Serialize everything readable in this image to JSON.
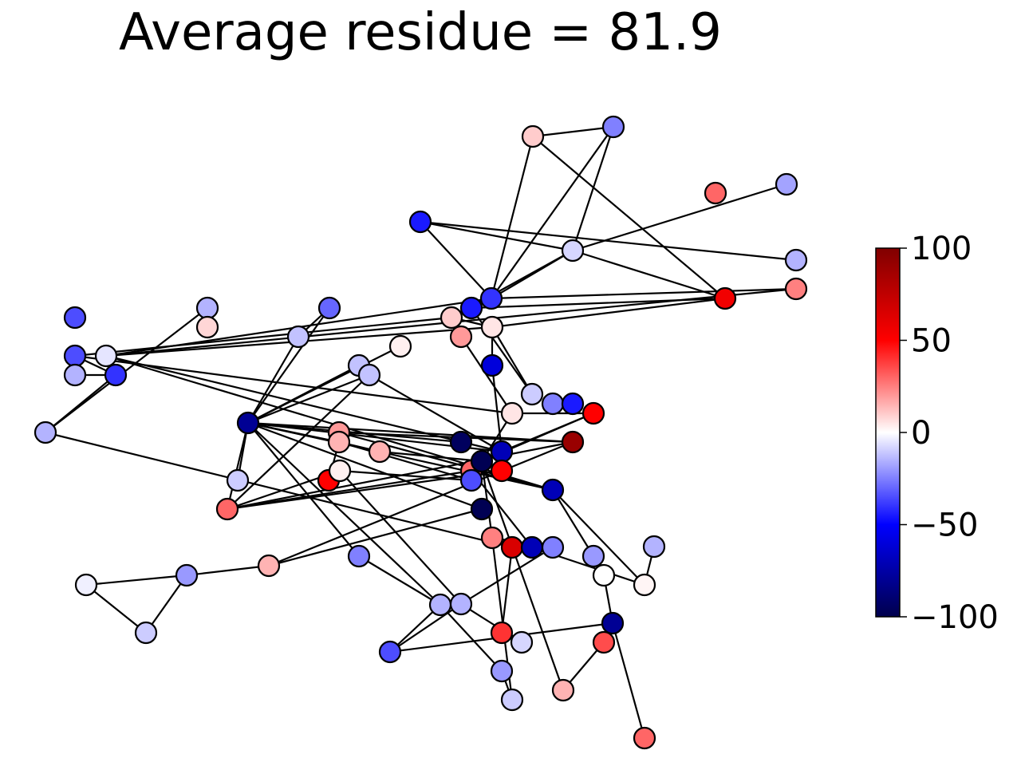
{
  "title": "Average residue = 81.9",
  "colorbar": {
    "colormap": "seismic",
    "min": -100,
    "max": 100,
    "ticks": [
      {
        "value": 100,
        "label": "100"
      },
      {
        "value": 50,
        "label": "50"
      },
      {
        "value": 0,
        "label": "0"
      },
      {
        "value": -50,
        "label": "−50"
      },
      {
        "value": -100,
        "label": "−100"
      }
    ]
  },
  "nodes": [
    {
      "id": 1,
      "value": 10
    },
    {
      "id": 2,
      "value": -25
    },
    {
      "id": 3,
      "value": 30
    },
    {
      "id": 4,
      "value": -18
    },
    {
      "id": 5,
      "value": -8
    },
    {
      "id": 6,
      "value": -15
    },
    {
      "id": 7,
      "value": 25
    },
    {
      "id": 8,
      "value": 55
    },
    {
      "id": 9,
      "value": -45
    },
    {
      "id": 10,
      "value": -40
    },
    {
      "id": 11,
      "value": -45
    },
    {
      "id": 12,
      "value": 10
    },
    {
      "id": 13,
      "value": 5
    },
    {
      "id": 14,
      "value": 20
    },
    {
      "id": 15,
      "value": -60
    },
    {
      "id": 16,
      "value": -10
    },
    {
      "id": 17,
      "value": -25
    },
    {
      "id": 18,
      "value": -45
    },
    {
      "id": 19,
      "value": 5
    },
    {
      "id": 20,
      "value": 50
    },
    {
      "id": 21,
      "value": -35
    },
    {
      "id": 22,
      "value": -35
    },
    {
      "id": 23,
      "value": -15
    },
    {
      "id": 24,
      "value": -5
    },
    {
      "id": 25,
      "value": -40
    },
    {
      "id": 26,
      "value": -15
    },
    {
      "id": 27,
      "value": -15
    },
    {
      "id": 28,
      "value": 8
    },
    {
      "id": 29,
      "value": -30
    },
    {
      "id": 30,
      "value": -12
    },
    {
      "id": 31,
      "value": -12
    },
    {
      "id": 32,
      "value": -80
    },
    {
      "id": 33,
      "value": -12
    },
    {
      "id": 34,
      "value": 3
    },
    {
      "id": 35,
      "value": -10
    },
    {
      "id": 36,
      "value": 30
    },
    {
      "id": 37,
      "value": 20
    },
    {
      "id": 38,
      "value": 15
    },
    {
      "id": 39,
      "value": 15
    },
    {
      "id": 40,
      "value": 50
    },
    {
      "id": 41,
      "value": 3
    },
    {
      "id": 42,
      "value": -95
    },
    {
      "id": 43,
      "value": -70
    },
    {
      "id": 44,
      "value": 30
    },
    {
      "id": 45,
      "value": 50
    },
    {
      "id": 46,
      "value": -35
    },
    {
      "id": 47,
      "value": -98
    },
    {
      "id": 48,
      "value": -70
    },
    {
      "id": 49,
      "value": 90
    },
    {
      "id": 50,
      "value": -98
    },
    {
      "id": 51,
      "value": -3
    },
    {
      "id": 52,
      "value": -20
    },
    {
      "id": 53,
      "value": 15
    },
    {
      "id": 54,
      "value": -25
    },
    {
      "id": 55,
      "value": -15
    },
    {
      "id": 56,
      "value": 25
    },
    {
      "id": 57,
      "value": 65
    },
    {
      "id": 58,
      "value": -70
    },
    {
      "id": 59,
      "value": -10
    },
    {
      "id": 60,
      "value": -25
    },
    {
      "id": 61,
      "value": -15
    },
    {
      "id": 62,
      "value": -35
    },
    {
      "id": 63,
      "value": 40
    },
    {
      "id": 64,
      "value": -8
    },
    {
      "id": 65,
      "value": -20
    },
    {
      "id": 66,
      "value": -10
    },
    {
      "id": 67,
      "value": 15
    },
    {
      "id": 68,
      "value": 35
    },
    {
      "id": 69,
      "value": -80
    },
    {
      "id": 70,
      "value": 30
    },
    {
      "id": 71,
      "value": 0
    },
    {
      "id": 72,
      "value": -20
    },
    {
      "id": 73,
      "value": -15
    },
    {
      "id": 74,
      "value": 2
    },
    {
      "id": 75,
      "value": -3
    },
    {
      "id": 76,
      "value": -15
    },
    {
      "id": 77,
      "value": -25
    },
    {
      "id": 78,
      "value": 15
    },
    {
      "id": 79,
      "value": -5
    },
    {
      "id": 80,
      "value": -40
    }
  ],
  "edges": [
    [
      1,
      2
    ],
    [
      2,
      5
    ],
    [
      4,
      5
    ],
    [
      1,
      10
    ],
    [
      2,
      10
    ],
    [
      5,
      10
    ],
    [
      5,
      8
    ],
    [
      5,
      12
    ],
    [
      1,
      8
    ],
    [
      5,
      9
    ],
    [
      6,
      9
    ],
    [
      8,
      13
    ],
    [
      9,
      10
    ],
    [
      8,
      11
    ],
    [
      12,
      13
    ],
    [
      11,
      16
    ],
    [
      13,
      15
    ],
    [
      7,
      10
    ],
    [
      7,
      24
    ],
    [
      10,
      24
    ],
    [
      11,
      12
    ],
    [
      12,
      14
    ],
    [
      14,
      19
    ],
    [
      19,
      22
    ],
    [
      22,
      23
    ],
    [
      22,
      25
    ],
    [
      19,
      20
    ],
    [
      25,
      26
    ],
    [
      26,
      27
    ],
    [
      27,
      28
    ],
    [
      26,
      57
    ],
    [
      23,
      25
    ],
    [
      40,
      38
    ],
    [
      38,
      39
    ],
    [
      39,
      47
    ],
    [
      47,
      46
    ],
    [
      46,
      38
    ],
    [
      46,
      41
    ],
    [
      44,
      46
    ],
    [
      36,
      44
    ],
    [
      36,
      45
    ],
    [
      36,
      41
    ],
    [
      36,
      49
    ],
    [
      37,
      49
    ],
    [
      44,
      58
    ],
    [
      58,
      60
    ],
    [
      41,
      61
    ],
    [
      60,
      61
    ],
    [
      61,
      62
    ],
    [
      60,
      56
    ],
    [
      56,
      57
    ],
    [
      57,
      63
    ],
    [
      61,
      64
    ],
    [
      63,
      64
    ],
    [
      29,
      32
    ],
    [
      33,
      32
    ],
    [
      34,
      32
    ],
    [
      35,
      32
    ],
    [
      42,
      32
    ],
    [
      30,
      32
    ],
    [
      31,
      32
    ],
    [
      29,
      30
    ],
    [
      43,
      32
    ],
    [
      43,
      33
    ],
    [
      38,
      32
    ],
    [
      39,
      32
    ],
    [
      30,
      32
    ],
    [
      32,
      50
    ],
    [
      32,
      48
    ],
    [
      32,
      54
    ],
    [
      32,
      55
    ],
    [
      32,
      36
    ],
    [
      32,
      49
    ],
    [
      33,
      36
    ],
    [
      15,
      43
    ],
    [
      20,
      43
    ],
    [
      19,
      47
    ],
    [
      43,
      44
    ],
    [
      43,
      24
    ],
    [
      12,
      22
    ],
    [
      20,
      47
    ],
    [
      13,
      16
    ],
    [
      13,
      24
    ],
    [
      50,
      53
    ],
    [
      49,
      53
    ],
    [
      53,
      52
    ],
    [
      52,
      51
    ],
    [
      52,
      59
    ],
    [
      51,
      59
    ],
    [
      54,
      55
    ],
    [
      55,
      62
    ],
    [
      55,
      65
    ],
    [
      65,
      66
    ],
    [
      65,
      76
    ],
    [
      76,
      80
    ],
    [
      76,
      71
    ],
    [
      71,
      72
    ],
    [
      62,
      69
    ],
    [
      69,
      70
    ],
    [
      69,
      71
    ],
    [
      71,
      75
    ],
    [
      75,
      74
    ],
    [
      75,
      79
    ],
    [
      74,
      73
    ],
    [
      73,
      78
    ],
    [
      68,
      69
    ],
    [
      72,
      78
    ],
    [
      48,
      72
    ],
    [
      48,
      74
    ],
    [
      47,
      56
    ],
    [
      47,
      67
    ],
    [
      67,
      68
    ],
    [
      67,
      77
    ],
    [
      70,
      77
    ],
    [
      56,
      66
    ],
    [
      58,
      77
    ],
    [
      58,
      74
    ],
    [
      46,
      77
    ],
    [
      44,
      48
    ],
    [
      37,
      48
    ],
    [
      24,
      48
    ]
  ]
}
